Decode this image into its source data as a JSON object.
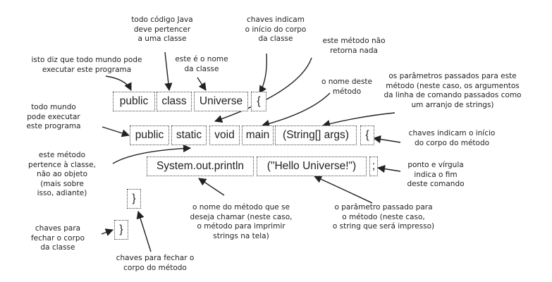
{
  "code": {
    "public1": "public",
    "class": "class",
    "universe": "Universe",
    "brace_open_class": "{",
    "public2": "public",
    "static": "static",
    "void": "void",
    "main": "main",
    "args": "(String[] args)",
    "brace_open_method": "{",
    "println": "System.out.println",
    "hello": "(\"Hello Universe!\")",
    "semicolon": ";",
    "brace_close_method": "}",
    "brace_close_class": "}"
  },
  "notes": {
    "public_class": [
      "isto diz que todo mundo pode",
      "executar este programa"
    ],
    "java_class": [
      "todo código Java",
      "deve pertencer",
      "a uma classe"
    ],
    "class_name": [
      "este é o nome",
      "da classe"
    ],
    "class_brace": [
      "chaves indicam",
      "o início do corpo",
      "da classe"
    ],
    "void": [
      "este método não",
      "retorna nada"
    ],
    "method_name": [
      "o nome deste",
      "método"
    ],
    "params": [
      "os parâmetros passados para este",
      "método (neste caso, os argumentos",
      "da linha de comando passados como",
      "um arranjo de strings)"
    ],
    "public_method": [
      "todo mundo",
      "pode executar",
      "este programa"
    ],
    "method_brace": [
      "chaves indicam o início",
      "do corpo do método"
    ],
    "static": [
      "este método",
      "pertence à classe,",
      "não ao objeto",
      "(mais sobre",
      "isso, adiante)"
    ],
    "semicolon": [
      "ponto e vírgula",
      "indica o fim",
      "deste comando"
    ],
    "println": [
      "o nome do método que se",
      "deseja chamar (neste caso,",
      "o método para imprimir",
      "strings na tela)"
    ],
    "hello": [
      "o parâmetro passado para",
      "o método (neste caso,",
      "o string que será impresso)"
    ],
    "close_class": [
      "chaves para",
      "fechar o corpo",
      "da classe"
    ],
    "close_method": [
      "chaves para fechar o",
      "corpo do método"
    ]
  }
}
